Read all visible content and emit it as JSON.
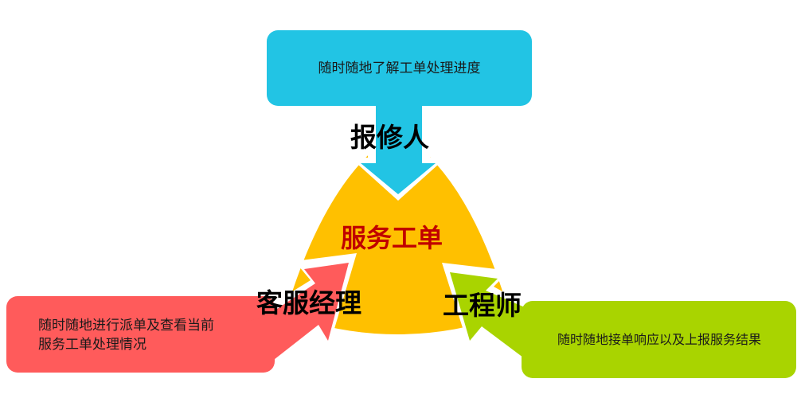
{
  "diagram": {
    "center": {
      "label": "服务工单",
      "color": "#c00000",
      "shape_color": "#ffc000"
    },
    "roles": [
      {
        "id": "reporter",
        "label": "报修人",
        "description": "随时随地了解工单处理进度",
        "box_color": "#22c4e4",
        "arrow_direction": "down-into-center"
      },
      {
        "id": "cs-manager",
        "label": "客服经理",
        "description_lines": [
          "随时随地进行派单及查看当前",
          "服务工单处理情况"
        ],
        "box_color": "#ff5b5b",
        "arrow_direction": "up-right-into-center"
      },
      {
        "id": "engineer",
        "label": "工程师",
        "description": "随时随地接单响应以及上报服务结果",
        "box_color": "#a9d400",
        "arrow_direction": "up-left-into-center"
      }
    ]
  }
}
